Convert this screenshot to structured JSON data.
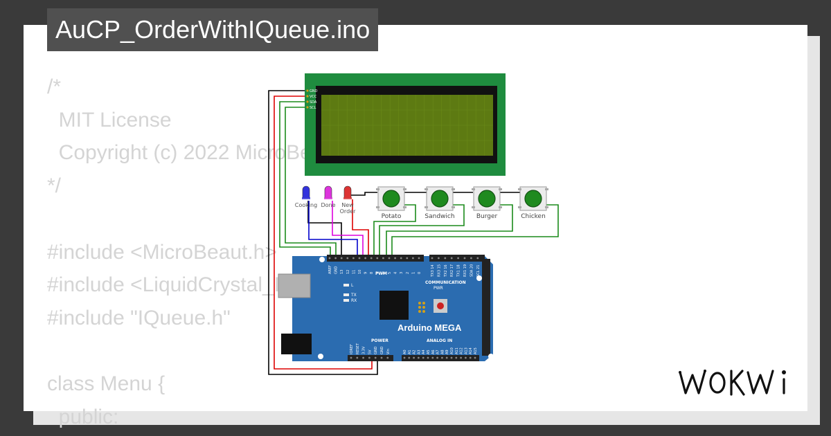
{
  "title": "AuCP_OrderWithIQueue.ino",
  "code_lines": [
    "/*",
    "  MIT License",
    "  Copyright (c) 2022 MicroBeaut",
    "*/",
    "",
    "#include <MicroBeaut.h>",
    "#include <LiquidCrystal_I2C.h>",
    "#include \"IQueue.h\"",
    "",
    "class Menu {",
    "  public:"
  ],
  "leds": [
    {
      "label": "Cooking",
      "color": "#3333dd"
    },
    {
      "label": "Done",
      "color": "#dd33dd"
    },
    {
      "label": "New",
      "label2": "Order",
      "color": "#dd3333"
    }
  ],
  "buttons": [
    {
      "label": "Potato"
    },
    {
      "label": "Sandwich"
    },
    {
      "label": "Burger"
    },
    {
      "label": "Chicken"
    }
  ],
  "lcd_pins": [
    "GND",
    "VCC",
    "SDA",
    "SCL"
  ],
  "board": {
    "name": "Arduino MEGA",
    "pwm": "PWM",
    "communication": "COMMUNICATION",
    "power": "POWER",
    "analog": "ANALOG IN",
    "pwr": "PWR",
    "led_l": "L",
    "tx": "TX",
    "rx": "RX",
    "top_pins": [
      "AREF",
      "GND",
      "13",
      "12",
      "11",
      "10",
      "9",
      "8",
      "7",
      "6",
      "5",
      "4",
      "3",
      "2",
      "1",
      "0"
    ],
    "comm_pins": [
      "TX3 14",
      "RX3 15",
      "TX2 16",
      "RX2 17",
      "TX1 18",
      "RX1 19",
      "SDA 20",
      "SCL 21"
    ],
    "power_pins": [
      "IOREF",
      "RESET",
      "3.3V",
      "5V",
      "GND",
      "GND",
      "Vin"
    ],
    "analog_pins": [
      "A0",
      "A1",
      "A2",
      "A3",
      "A4",
      "A5",
      "A6",
      "A7",
      "A8",
      "A9",
      "A10",
      "A11",
      "A12",
      "A13",
      "A14",
      "A15"
    ]
  },
  "logo_text": "WOKWi",
  "colors": {
    "board": "#2b6cb0",
    "lcd_frame": "#1f8c3f",
    "lcd_screen": "#5d7a12",
    "button_cap": "#1f8a1f",
    "wire_black": "#000000",
    "wire_red": "#dd0000",
    "wire_green": "#1a8a1a",
    "wire_blue": "#0000cc",
    "wire_magenta": "#dd00dd"
  }
}
